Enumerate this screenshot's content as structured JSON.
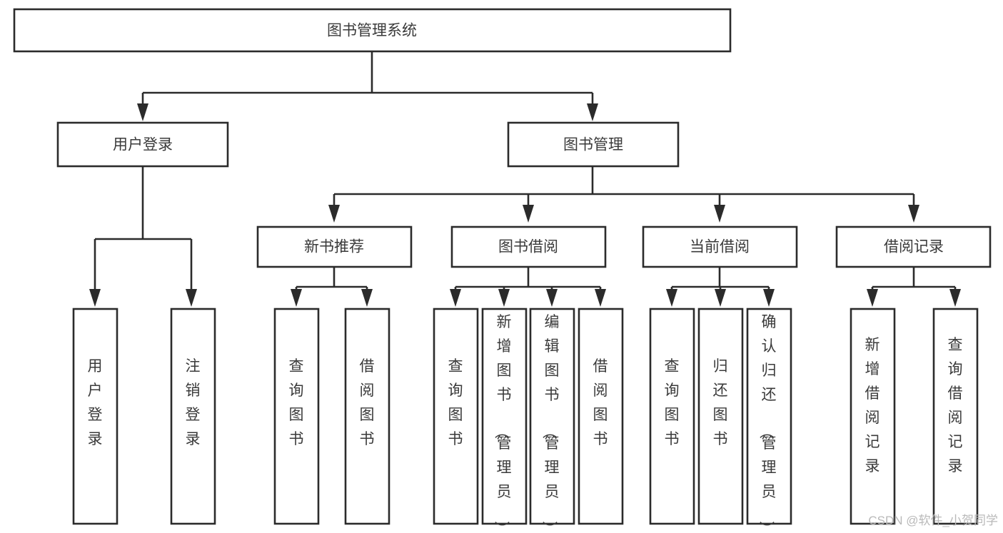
{
  "diagram": {
    "title_node": {
      "id": "root",
      "label": "图书管理系统"
    },
    "level2": [
      {
        "id": "user-login",
        "label": "用户登录"
      },
      {
        "id": "book-management",
        "label": "图书管理"
      }
    ],
    "level3": [
      {
        "id": "new-book-recommend",
        "label": "新书推荐"
      },
      {
        "id": "book-borrow",
        "label": "图书借阅"
      },
      {
        "id": "current-borrow",
        "label": "当前借阅"
      },
      {
        "id": "borrow-record",
        "label": "借阅记录"
      }
    ],
    "leaves": {
      "user-login": [
        {
          "id": "leaf-user-login",
          "label": "用户登录"
        },
        {
          "id": "leaf-logout-login",
          "label": "注销登录"
        }
      ],
      "new-book-recommend": [
        {
          "id": "leaf-query-book-1",
          "label": "查询图书"
        },
        {
          "id": "leaf-borrow-book-1",
          "label": "借阅图书"
        }
      ],
      "book-borrow": [
        {
          "id": "leaf-query-book-2",
          "label": "查询图书"
        },
        {
          "id": "leaf-add-book-admin",
          "label": "新增图书（管理员）"
        },
        {
          "id": "leaf-edit-book-admin",
          "label": "编辑图书（管理员）"
        },
        {
          "id": "leaf-borrow-book-2",
          "label": "借阅图书"
        }
      ],
      "current-borrow": [
        {
          "id": "leaf-query-book-3",
          "label": "查询图书"
        },
        {
          "id": "leaf-return-book",
          "label": "归还图书"
        },
        {
          "id": "leaf-confirm-return-admin",
          "label": "确认归还（管理员）"
        }
      ],
      "borrow-record": [
        {
          "id": "leaf-add-borrow-record",
          "label": "新增借阅记录"
        },
        {
          "id": "leaf-query-borrow-record",
          "label": "查询借阅记录"
        }
      ]
    }
  },
  "watermark": {
    "text": "CSDN @软件_小贺同学"
  },
  "colors": {
    "stroke": "#2b2b2b",
    "text": "#3a3a3a",
    "background": "#ffffff",
    "watermark": "#b9b9b9"
  }
}
